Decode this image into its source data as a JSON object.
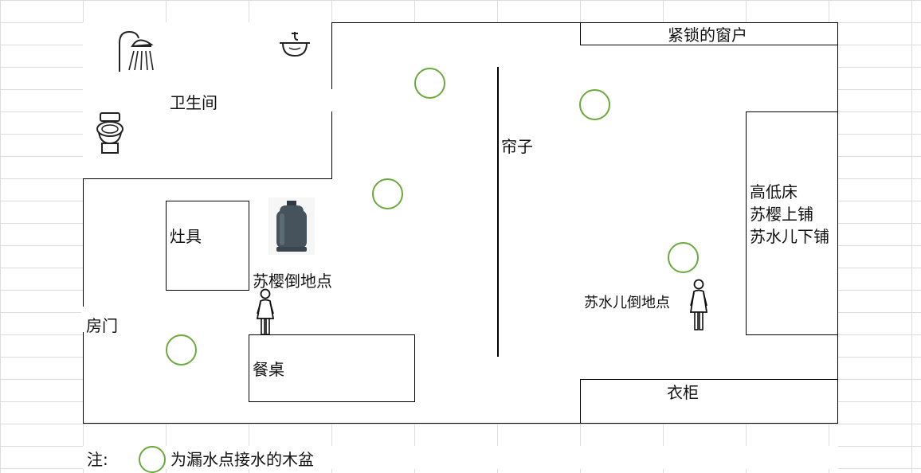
{
  "rooms": {
    "bathroom": "卫生间",
    "window": "紧锁的窗户",
    "curtain": "帘子",
    "bunk_bed": [
      "高低床",
      "苏樱上铺",
      "苏水儿下铺"
    ],
    "stove": "灶具",
    "door": "房门",
    "dining_table": "餐桌",
    "wardrobe": "衣柜"
  },
  "markers": {
    "su_ying_fall_point": "苏樱倒地点",
    "su_shuier_fall_point": "苏水儿倒地点"
  },
  "legend": {
    "prefix": "注:",
    "description": "为漏水点接水的木盆",
    "circle_color": "#6aaa3c"
  },
  "icons": [
    "shower-icon",
    "sink-icon",
    "toilet-icon",
    "gas-cylinder-icon",
    "person-icon"
  ]
}
